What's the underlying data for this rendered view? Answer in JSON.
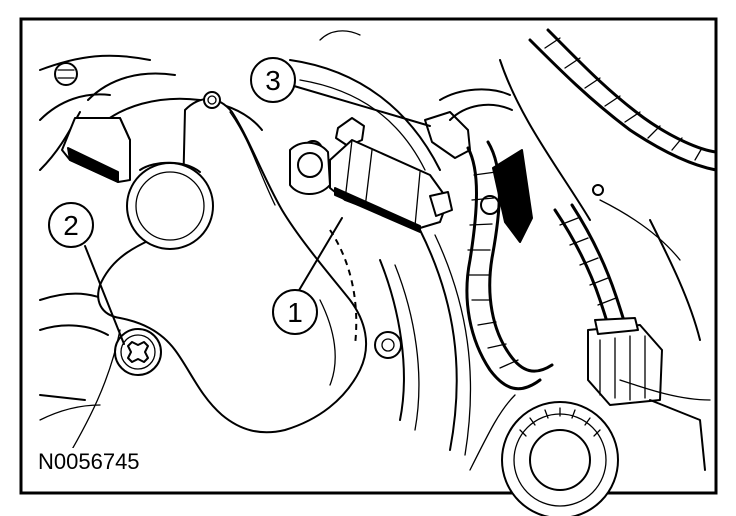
{
  "figure": {
    "id_label": "N0056745",
    "callouts": [
      {
        "number": "1"
      },
      {
        "number": "2"
      },
      {
        "number": "3"
      }
    ],
    "colors": {
      "ink": "#000000",
      "paper": "#ffffff"
    },
    "icons": [
      "direction-arrow-icon"
    ]
  }
}
